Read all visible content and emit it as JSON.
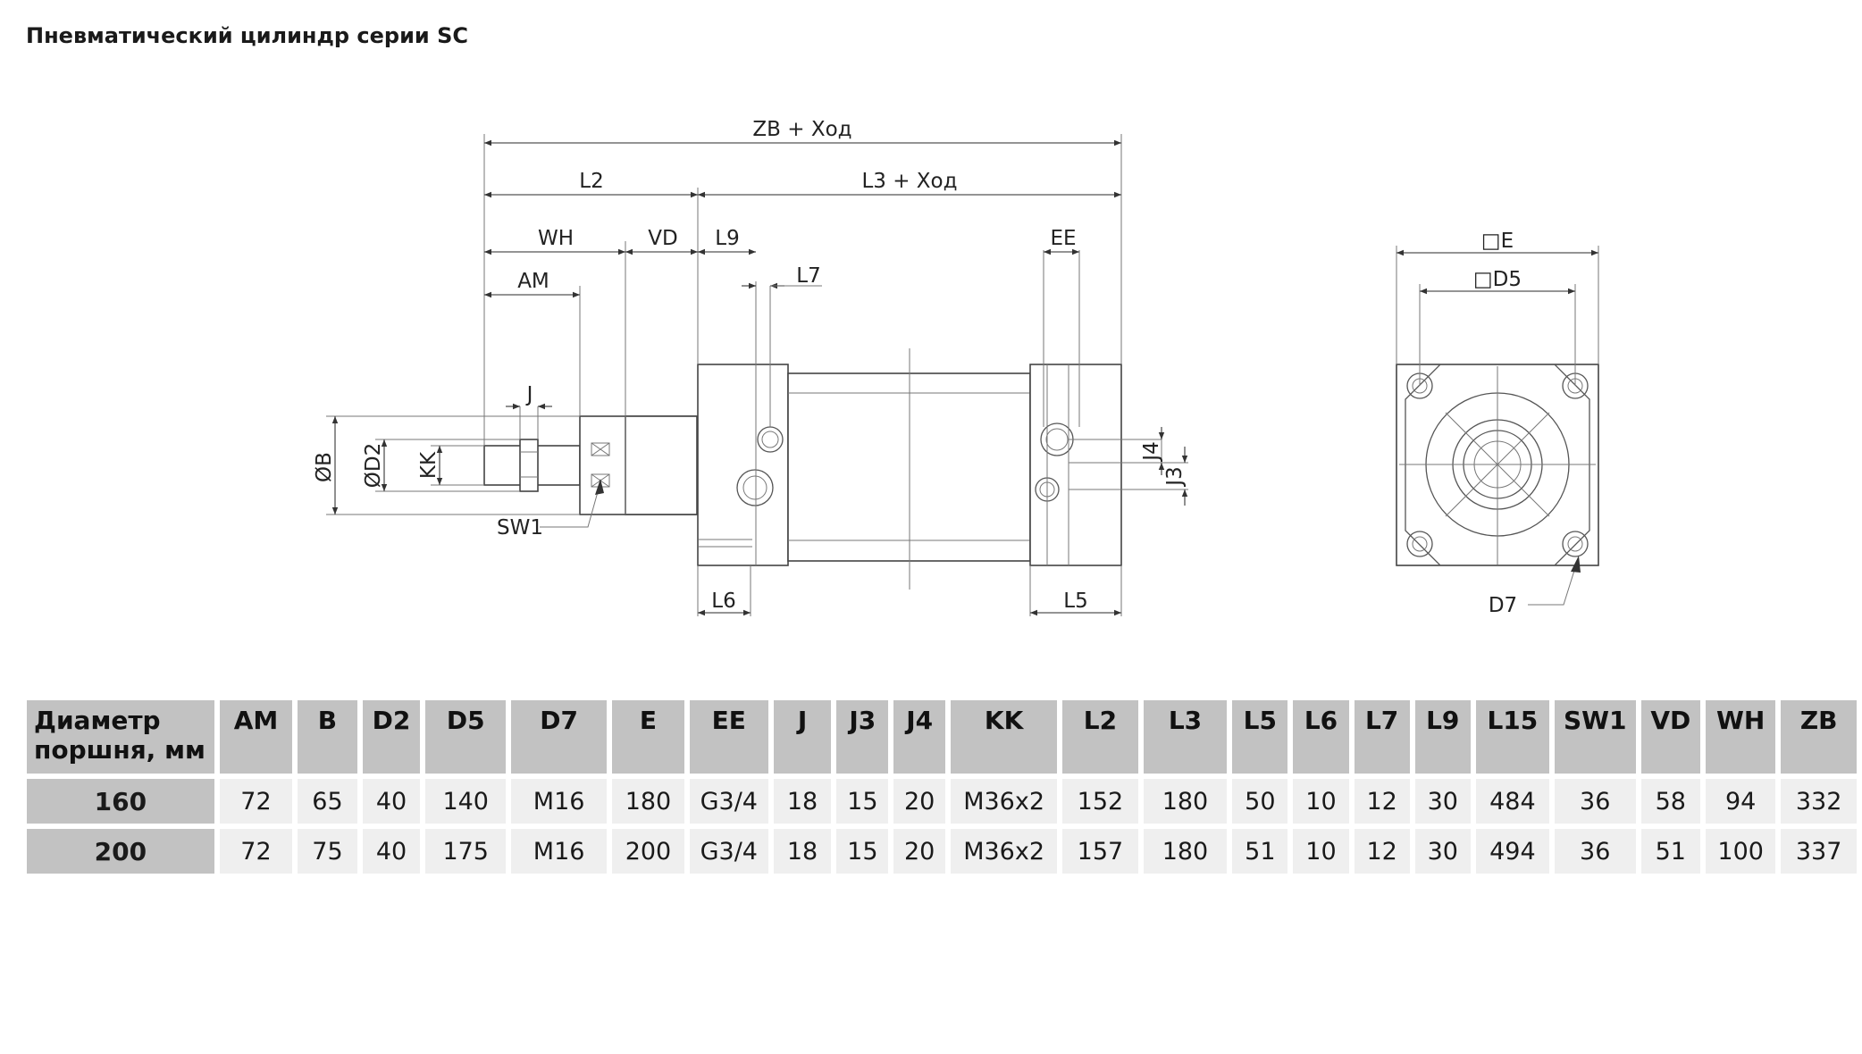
{
  "title": "Пневматический цилиндр серии SC",
  "drawing_labels": {
    "zb_stroke": "ZB + Ход",
    "l2": "L2",
    "l3_stroke": "L3 + Ход",
    "wh": "WH",
    "vd": "VD",
    "l9": "L9",
    "ee": "EE",
    "l7": "L7",
    "am": "AM",
    "j": "J",
    "b": "ØB",
    "d2": "ØD2",
    "kk": "KK",
    "sw1": "SW1",
    "j4": "J4",
    "j3": "J3",
    "l6": "L6",
    "l5": "L5",
    "e": "□E",
    "d5": "□D5",
    "d7": "D7"
  },
  "table": {
    "header_first": "Диаметр поршня, мм",
    "columns": [
      "AM",
      "B",
      "D2",
      "D5",
      "D7",
      "E",
      "EE",
      "J",
      "J3",
      "J4",
      "KK",
      "L2",
      "L3",
      "L5",
      "L6",
      "L7",
      "L9",
      "L15",
      "SW1",
      "VD",
      "WH",
      "ZB"
    ],
    "rows": [
      {
        "bore": "160",
        "values": [
          "72",
          "65",
          "40",
          "140",
          "M16",
          "180",
          "G3/4",
          "18",
          "15",
          "20",
          "M36x2",
          "152",
          "180",
          "50",
          "10",
          "12",
          "30",
          "484",
          "36",
          "58",
          "94",
          "332"
        ]
      },
      {
        "bore": "200",
        "values": [
          "72",
          "75",
          "40",
          "175",
          "M16",
          "200",
          "G3/4",
          "18",
          "15",
          "20",
          "M36x2",
          "157",
          "180",
          "51",
          "10",
          "12",
          "30",
          "494",
          "36",
          "51",
          "100",
          "337"
        ]
      }
    ]
  }
}
